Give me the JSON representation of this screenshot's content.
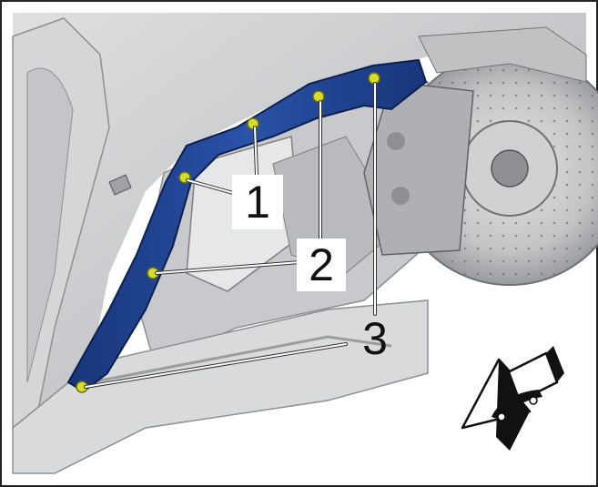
{
  "callouts": [
    {
      "number": "1",
      "part": "fastener"
    },
    {
      "number": "2",
      "part": "fastener"
    },
    {
      "number": "3",
      "part": "fastener"
    }
  ],
  "icons": {
    "direction": "vehicle-front-direction-arrow-icon"
  },
  "colors": {
    "frame": "#222222",
    "body_panel": "#c9cacc",
    "trim_strip": "#1e3f8f",
    "fastener": "#d6dc2a",
    "leader_line": "#ffffff",
    "brake_disc": "#b9bbbd"
  }
}
